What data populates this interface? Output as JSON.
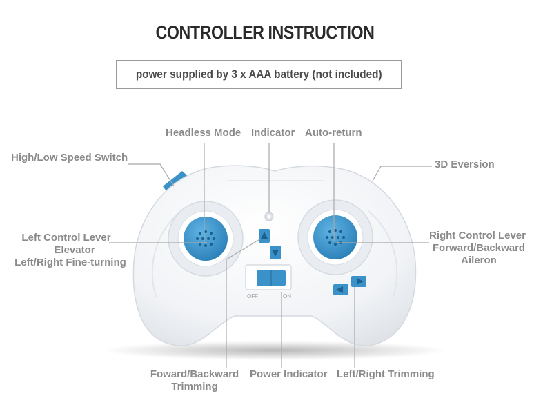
{
  "header": {
    "title": "CONTROLLER INSTRUCTION",
    "subtitle": "power supplied by 3 x AAA battery (not included)"
  },
  "labels": {
    "headless_mode": "Headless Mode",
    "indicator": "Indicator",
    "auto_return": "Auto-return",
    "high_low_speed": "High/Low Speed Switch",
    "eversion_3d": "3D Eversion",
    "left_lever": [
      "Left Control Lever",
      "Elevator",
      "Left/Right Fine-turning"
    ],
    "right_lever": [
      "Right Control Lever",
      "Forward/Backward",
      "Aileron"
    ],
    "fb_trimming": [
      "Foward/Backward",
      "Trimming"
    ],
    "power_indicator": "Power Indicator",
    "lr_trimming": "Left/Right Trimming"
  },
  "switch_text": {
    "off": "OFF",
    "on": "ON"
  },
  "colors": {
    "body": "#f4f6f8",
    "blue": "#3a92c9",
    "callout": "#9a9a9a",
    "label": "#8a8a8a"
  }
}
